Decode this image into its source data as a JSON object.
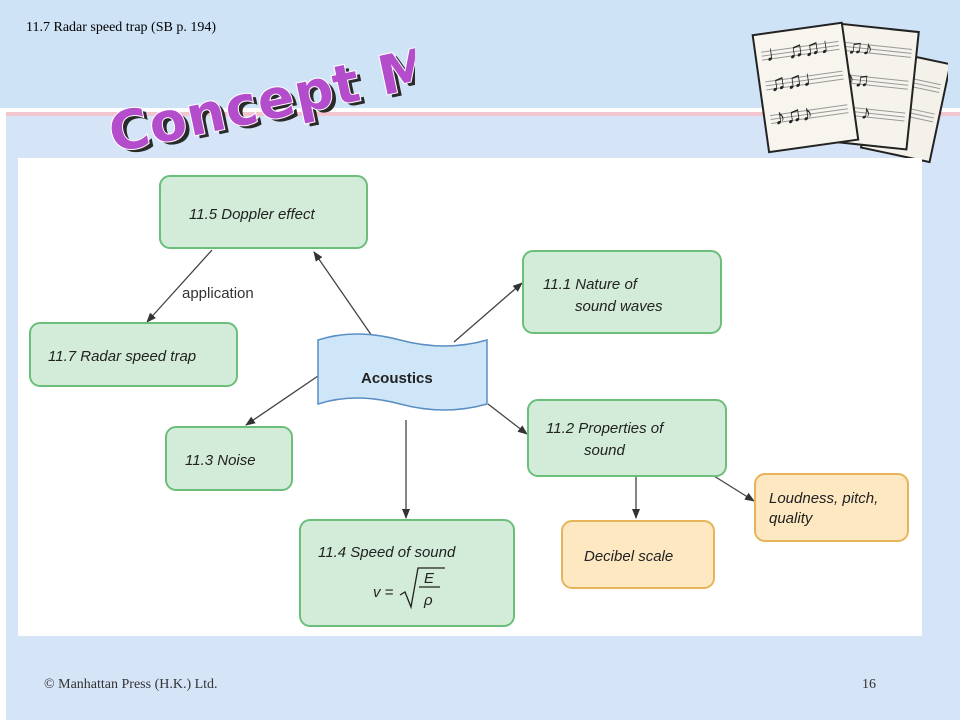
{
  "header": {
    "breadcrumb": "11.7  Radar speed trap  (SB p. 194)",
    "title": "Concept Map"
  },
  "diagram": {
    "center": "Acoustics",
    "nodes": {
      "doppler": "11.5 Doppler effect",
      "radar": "11.7 Radar speed trap",
      "noise": "11.3 Noise",
      "nature_l1": "11.1 Nature of",
      "nature_l2": "sound waves",
      "props_l1": "11.2 Properties of",
      "props_l2": "sound",
      "speed": "11.4 Speed of sound",
      "formula_v": "v =",
      "formula_num": "E",
      "formula_den": "ρ",
      "decibel": "Decibel scale",
      "loud_l1": "Loudness, pitch,",
      "loud_l2": "quality"
    },
    "edge_labels": {
      "application": "application"
    }
  },
  "footer": {
    "copyright": "© Manhattan Press (H.K.) Ltd.",
    "page_number": "16"
  },
  "colors": {
    "green_fill": "#d3ecd9",
    "green_stroke": "#6cbf7a",
    "orange_fill": "#fde8c2",
    "orange_stroke": "#e8b45a",
    "center_fill": "#cfe6f8",
    "center_stroke": "#5a8fc4",
    "title_purple": "#b34dcc"
  }
}
